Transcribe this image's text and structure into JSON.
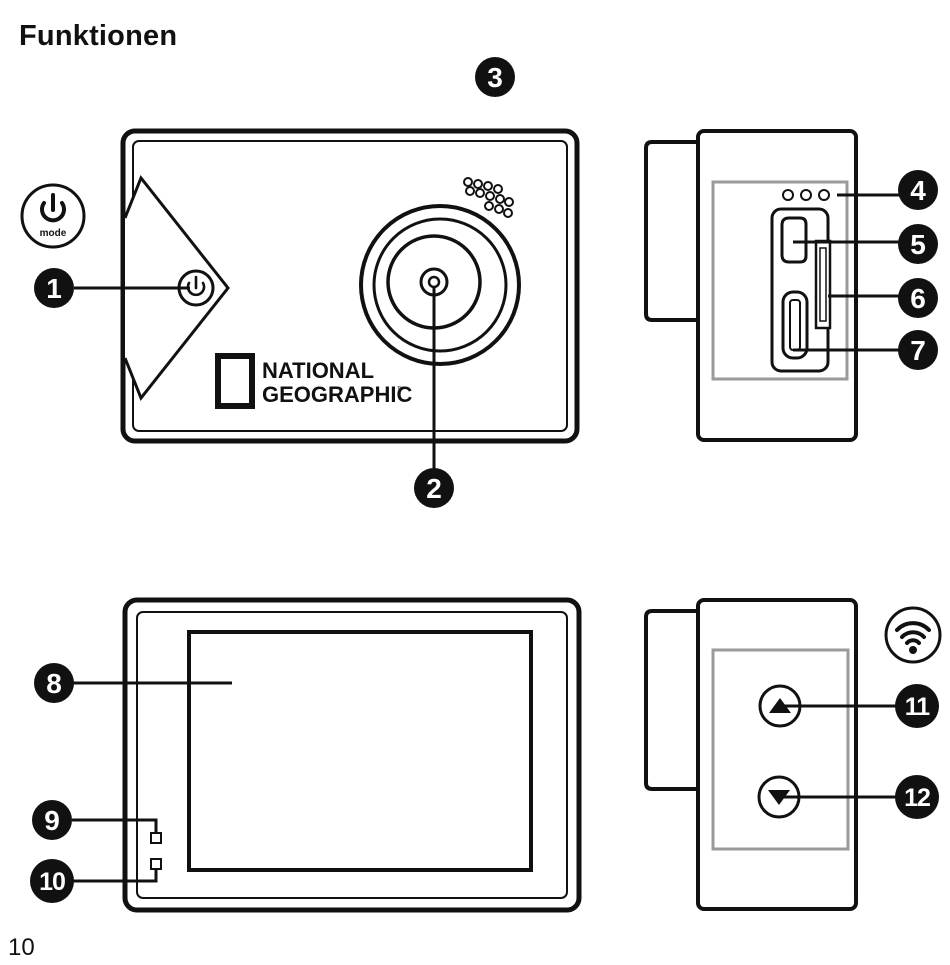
{
  "page": {
    "heading": "Funktionen",
    "page_number": "10"
  },
  "front_view": {
    "power_button_label": "mode",
    "brand_line1": "NATIONAL",
    "brand_line2": "GEOGRAPHIC",
    "brand_tm": "™"
  },
  "callouts": {
    "c1": "1",
    "c2": "2",
    "c3": "3",
    "c4": "4",
    "c5": "5",
    "c6": "6",
    "c7": "7",
    "c8": "8",
    "c9": "9",
    "c10": "10",
    "c11": "11",
    "c12": "12"
  },
  "icons": {
    "power": "power-icon",
    "wifi": "wifi-icon",
    "up": "arrow-up-icon",
    "down": "arrow-down-icon"
  },
  "colors": {
    "outline": "#111111",
    "panel_gray": "#9a9a9a",
    "callout_fill": "#111111"
  }
}
